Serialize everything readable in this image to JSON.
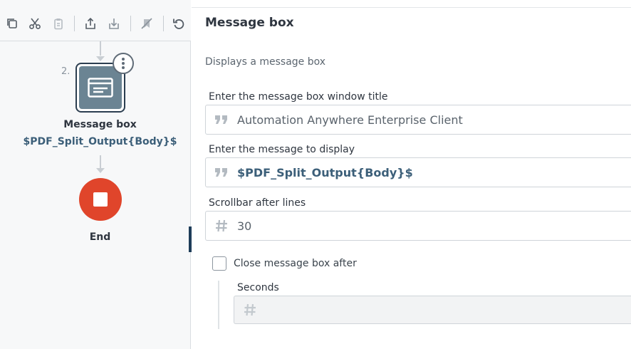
{
  "toolbar": {
    "icons": [
      "copy-icon",
      "cut-icon",
      "paste-icon",
      "export-icon",
      "import-icon",
      "disable-icon",
      "undo-icon"
    ]
  },
  "flow": {
    "step_number": "2.",
    "node_title": "Message box",
    "node_subtitle": "$PDF_Split_Output{Body}$",
    "end_label": "End"
  },
  "panel": {
    "title": "Message box",
    "description": "Displays a message box",
    "window_title_label": "Enter the message box window title",
    "window_title_value": "Automation Anywhere Enterprise Client",
    "message_label": "Enter the message to display",
    "message_value": "$PDF_Split_Output{Body}$",
    "scrollbar_label": "Scrollbar after lines",
    "scrollbar_value": "30",
    "close_after_label": "Close message box after",
    "close_after_checked": false,
    "seconds_label": "Seconds",
    "seconds_value": ""
  },
  "colors": {
    "end_red": "#e0452b",
    "node_gray": "#6b8493",
    "variable_blue": "#3c5f79",
    "splitter": "#1e3d59"
  }
}
